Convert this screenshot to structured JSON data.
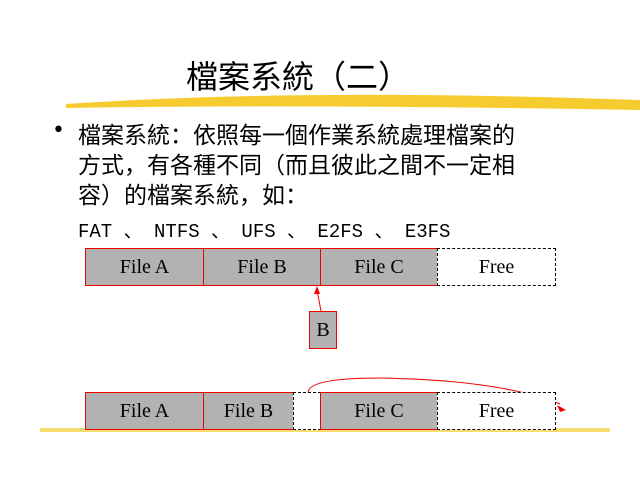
{
  "slide": {
    "title": "檔案系統（二）",
    "bullet_lines": [
      "檔案系統：依照每一個作業系統處理檔案的",
      "方式，有各種不同（而且彼此之間不一定相",
      "容）的檔案系統，如："
    ],
    "filesystems": "FAT 、 NTFS 、 UFS 、 E2FS 、 E3FS"
  },
  "diagram": {
    "top_row": [
      "File A",
      "File B",
      "File C",
      "Free"
    ],
    "new_block": "B",
    "bottom_row": [
      "File A",
      "File B",
      "",
      "File C",
      "Free"
    ]
  },
  "colors": {
    "block": "#b2b2b2",
    "border": "#e00000",
    "highlight": "#f5c518"
  }
}
